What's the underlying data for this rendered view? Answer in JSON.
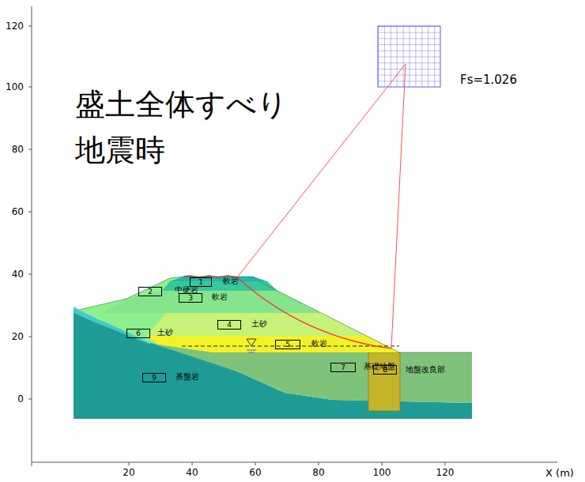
{
  "diagram": {
    "title": "盛土全体すべり 地震時",
    "nodes": [
      {
        "text": [
          "1",
          "軟岩"
        ]
      },
      {
        "text": [
          "2",
          "中硬岩"
        ]
      },
      {
        "text": [
          "3",
          "軟岩"
        ]
      },
      {
        "text": [
          "4",
          "土砂"
        ]
      },
      {
        "text": [
          "5",
          "軟岩"
        ]
      },
      {
        "text": [
          "6",
          "土砂"
        ]
      },
      {
        "text": [
          "7",
          "基礎地盤"
        ]
      },
      {
        "text": [
          "8",
          "地盤改良部"
        ]
      },
      {
        "text": [
          "9",
          "基盤岩"
        ]
      }
    ],
    "labels": [
      "Fs=1.026",
      "120",
      "100",
      "80",
      "60",
      "40",
      "20",
      "0",
      "20",
      "40",
      "60",
      "80",
      "100",
      "120",
      "X (m)"
    ]
  }
}
